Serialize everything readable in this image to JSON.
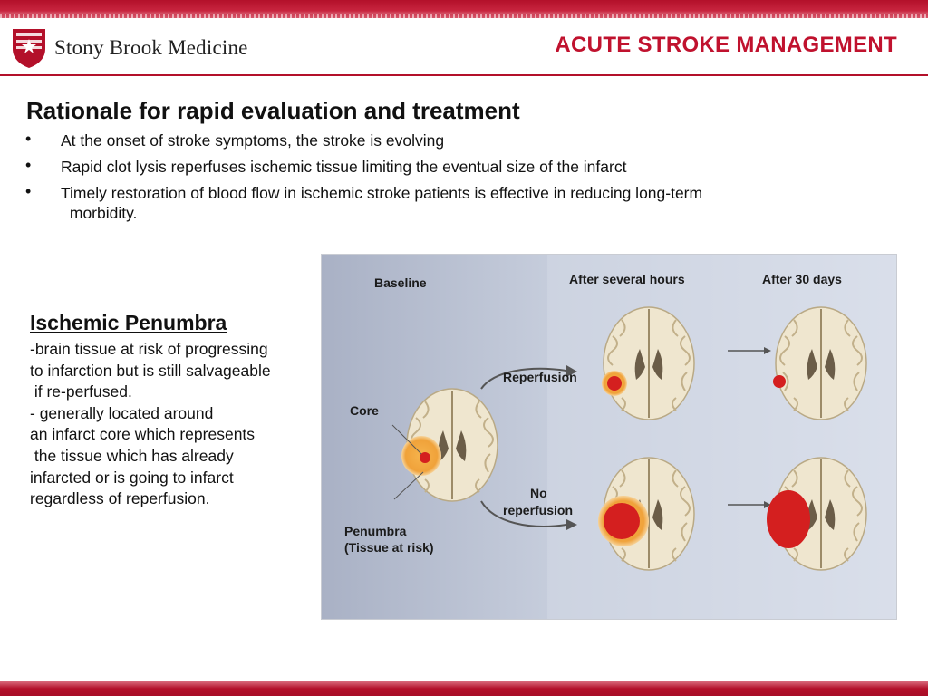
{
  "header": {
    "logo_name_part1": "Stony Brook",
    "logo_name_part2": "Medicine",
    "title": "ACUTE STROKE MANAGEMENT"
  },
  "rationale": {
    "heading": "Rationale for rapid evaluation and treatment",
    "bullets": [
      {
        "text": "At the onset of stroke symptoms, the stroke is evolving",
        "cont": ""
      },
      {
        "text": "Rapid clot lysis reperfuses ischemic tissue limiting the eventual size of the infarct",
        "cont": ""
      },
      {
        "text": "Timely restoration of blood flow in ischemic stroke patients is effective in reducing long-term",
        "cont": " morbidity."
      }
    ],
    "bullet_glyph": "•"
  },
  "penumbra": {
    "heading": "Ischemic Penumbra",
    "lines": [
      "-brain tissue at risk of progressing",
      "to infarction but is still salvageable",
      " if re-perfused.",
      "- generally located around",
      "an infarct core which represents",
      " the tissue which has already",
      "infarcted or is going to infarct",
      "regardless of reperfusion."
    ]
  },
  "figure": {
    "labels": {
      "baseline": "Baseline",
      "after_hours": "After several hours",
      "after_days": "After 30 days",
      "core": "Core",
      "reperfusion": "Reperfusion",
      "no": "No",
      "no_reperfusion": "reperfusion",
      "penumbra": "Penumbra",
      "tissue_at_risk": "(Tissue at risk)"
    }
  },
  "colors": {
    "brand_red": "#b3102a",
    "title_red": "#c0122e",
    "core_red": "#d41f1f",
    "penumbra_orange": "#f0a23a"
  }
}
